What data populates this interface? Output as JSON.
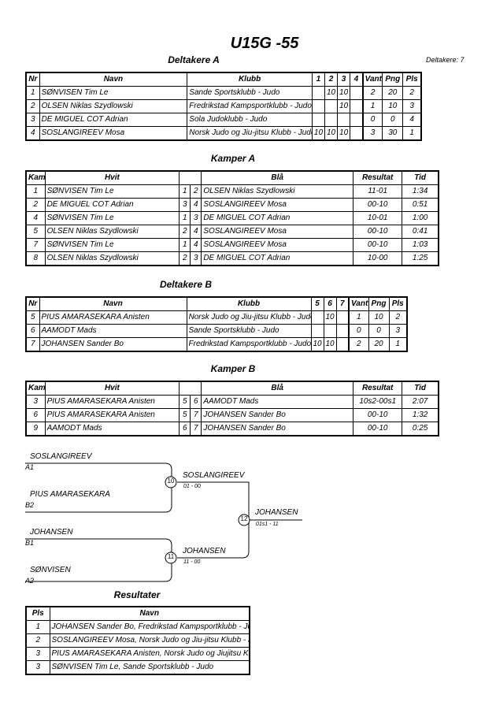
{
  "title": "U15G -55",
  "deltakere_count": "Deltakere: 7",
  "sections": {
    "deltakere_a": "Deltakere A",
    "kamper_a": "Kamper A",
    "deltakere_b": "Deltakere B",
    "kamper_b": "Kamper B",
    "resultater": "Resultater"
  },
  "participants_a": {
    "headers": [
      "Nr",
      "Navn",
      "Klubb",
      "1",
      "2",
      "3",
      "4",
      "Vant",
      "Png",
      "Pls"
    ],
    "rows": [
      {
        "nr": "1",
        "name": "SØNVISEN Tim Le",
        "club": "Sande Sportsklubb - Judo",
        "s1": "",
        "s2": "10",
        "s3": "10",
        "s4": "",
        "vant": "2",
        "png": "20",
        "pls": "2"
      },
      {
        "nr": "2",
        "name": "OLSEN Niklas Szydlowski",
        "club": "Fredrikstad Kampsportklubb - Judo",
        "s1": "",
        "s2": "",
        "s3": "10",
        "s4": "",
        "vant": "1",
        "png": "10",
        "pls": "3"
      },
      {
        "nr": "3",
        "name": "DE MIGUEL COT Adrian",
        "club": "Sola Judoklubb - Judo",
        "s1": "",
        "s2": "",
        "s3": "",
        "s4": "",
        "vant": "0",
        "png": "0",
        "pls": "4"
      },
      {
        "nr": "4",
        "name": "SOSLANGIREEV Mosa",
        "club": "Norsk Judo og Jiu-jitsu Klubb - Judo",
        "s1": "10",
        "s2": "10",
        "s3": "10",
        "s4": "",
        "vant": "3",
        "png": "30",
        "pls": "1"
      }
    ]
  },
  "matches_a": {
    "headers": [
      "Kamp",
      "Hvit",
      "Blå",
      "Resultat",
      "Tid"
    ],
    "rows": [
      {
        "kamp": "1",
        "white": "SØNVISEN Tim Le",
        "wn": "1",
        "bn": "2",
        "blue": "OLSEN Niklas Szydlowski",
        "result": "11-01",
        "time": "1:34"
      },
      {
        "kamp": "2",
        "white": "DE MIGUEL COT Adrian",
        "wn": "3",
        "bn": "4",
        "blue": "SOSLANGIREEV Mosa",
        "result": "00-10",
        "time": "0:51"
      },
      {
        "kamp": "4",
        "white": "SØNVISEN Tim Le",
        "wn": "1",
        "bn": "3",
        "blue": "DE MIGUEL COT Adrian",
        "result": "10-01",
        "time": "1:00"
      },
      {
        "kamp": "5",
        "white": "OLSEN Niklas Szydlowski",
        "wn": "2",
        "bn": "4",
        "blue": "SOSLANGIREEV Mosa",
        "result": "00-10",
        "time": "0:41"
      },
      {
        "kamp": "7",
        "white": "SØNVISEN Tim Le",
        "wn": "1",
        "bn": "4",
        "blue": "SOSLANGIREEV Mosa",
        "result": "00-10",
        "time": "1:03"
      },
      {
        "kamp": "8",
        "white": "OLSEN Niklas Szydlowski",
        "wn": "2",
        "bn": "3",
        "blue": "DE MIGUEL COT Adrian",
        "result": "10-00",
        "time": "1:25"
      }
    ]
  },
  "participants_b": {
    "headers": [
      "Nr",
      "Navn",
      "Klubb",
      "5",
      "6",
      "7",
      "Vant",
      "Png",
      "Pls"
    ],
    "rows": [
      {
        "nr": "5",
        "name": "PIUS AMARASEKARA Anisten",
        "club": "Norsk Judo og Jiu-jitsu Klubb - Judo",
        "s1": "",
        "s2": "10",
        "s3": "",
        "vant": "1",
        "png": "10",
        "pls": "2"
      },
      {
        "nr": "6",
        "name": "AAMODT Mads",
        "club": "Sande Sportsklubb - Judo",
        "s1": "",
        "s2": "",
        "s3": "",
        "vant": "0",
        "png": "0",
        "pls": "3"
      },
      {
        "nr": "7",
        "name": "JOHANSEN Sander Bo",
        "club": "Fredrikstad Kampsportklubb - Judo",
        "s1": "10",
        "s2": "10",
        "s3": "",
        "vant": "2",
        "png": "20",
        "pls": "1"
      }
    ]
  },
  "matches_b": {
    "headers": [
      "Kamp",
      "Hvit",
      "Blå",
      "Resultat",
      "Tid"
    ],
    "rows": [
      {
        "kamp": "3",
        "white": "PIUS AMARASEKARA Anisten",
        "wn": "5",
        "bn": "6",
        "blue": "AAMODT Mads",
        "result": "10s2-00s1",
        "time": "2:07"
      },
      {
        "kamp": "6",
        "white": "PIUS AMARASEKARA Anisten",
        "wn": "5",
        "bn": "7",
        "blue": "JOHANSEN Sander Bo",
        "result": "00-10",
        "time": "1:32"
      },
      {
        "kamp": "9",
        "white": "AAMODT Mads",
        "wn": "6",
        "bn": "7",
        "blue": "JOHANSEN Sander Bo",
        "result": "00-10",
        "time": "0:25"
      }
    ]
  },
  "bracket": {
    "sf1_top": "SOSLANGIREEV",
    "sf1_top_seed": "A1",
    "sf1_bottom": "PIUS AMARASEKARA",
    "sf1_bottom_seed": "B2",
    "sf1_match": "10",
    "sf1_winner": "SOSLANGIREEV",
    "sf1_score": "01 - 00",
    "sf2_top": "JOHANSEN",
    "sf2_top_seed": "B1",
    "sf2_bottom": "SØNVISEN",
    "sf2_bottom_seed": "A2",
    "sf2_match": "11",
    "sf2_winner": "JOHANSEN",
    "sf2_score": "11 - 00",
    "final_match": "12",
    "final_winner": "JOHANSEN",
    "final_score": "01s1 - 11"
  },
  "results": {
    "headers": [
      "Pls",
      "Navn"
    ],
    "rows": [
      {
        "pls": "1",
        "name": "JOHANSEN Sander Bo, Fredrikstad Kampsportklubb - Judo"
      },
      {
        "pls": "2",
        "name": "SOSLANGIREEV Mosa, Norsk Judo og Jiu-jitsu Klubb - Judo"
      },
      {
        "pls": "3",
        "name": "PIUS AMARASEKARA Anisten, Norsk Judo og Jiujitsu Klubb - Judo"
      },
      {
        "pls": "3",
        "name": "SØNVISEN Tim Le, Sande Sportsklubb - Judo"
      }
    ]
  }
}
